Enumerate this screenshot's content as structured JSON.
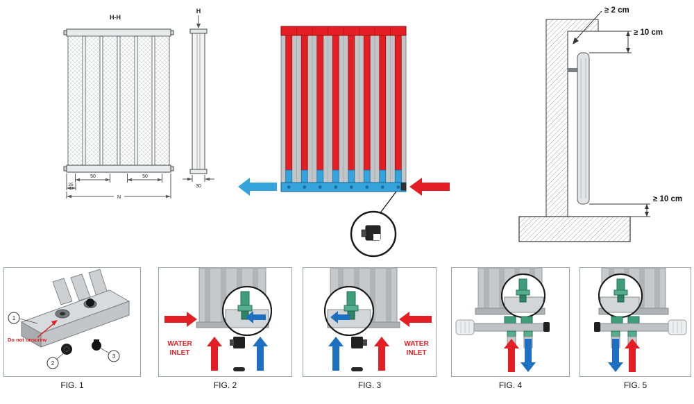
{
  "colors": {
    "hot_red": "#e31e24",
    "cold_blue_light": "#35a3dc",
    "cold_blue_dark": "#1d6fc2",
    "valve_green": "#3f9d7a",
    "radiator_gray": "#c6c9cb"
  },
  "technical_drawing": {
    "section_label": "H-H",
    "height_label": "H",
    "dim_pitch_left": "50",
    "dim_pitch_right": "50",
    "dim_side": "25",
    "dim_total": "N",
    "dim_depth": "30"
  },
  "wall_mount": {
    "clearance_wall": "≥ 2 cm",
    "clearance_top": "≥ 10 cm",
    "clearance_bottom": "≥ 10 cm"
  },
  "figures": [
    {
      "caption": "FIG. 1",
      "note": "Do not unscrew",
      "callout_1": "1",
      "callout_2": "2",
      "callout_3": "3"
    },
    {
      "caption": "FIG. 2",
      "water_inlet_line1": "WATER",
      "water_inlet_line2": "INLET"
    },
    {
      "caption": "FIG. 3",
      "water_inlet_line1": "WATER",
      "water_inlet_line2": "INLET"
    },
    {
      "caption": "FIG. 4"
    },
    {
      "caption": "FIG. 5"
    }
  ]
}
